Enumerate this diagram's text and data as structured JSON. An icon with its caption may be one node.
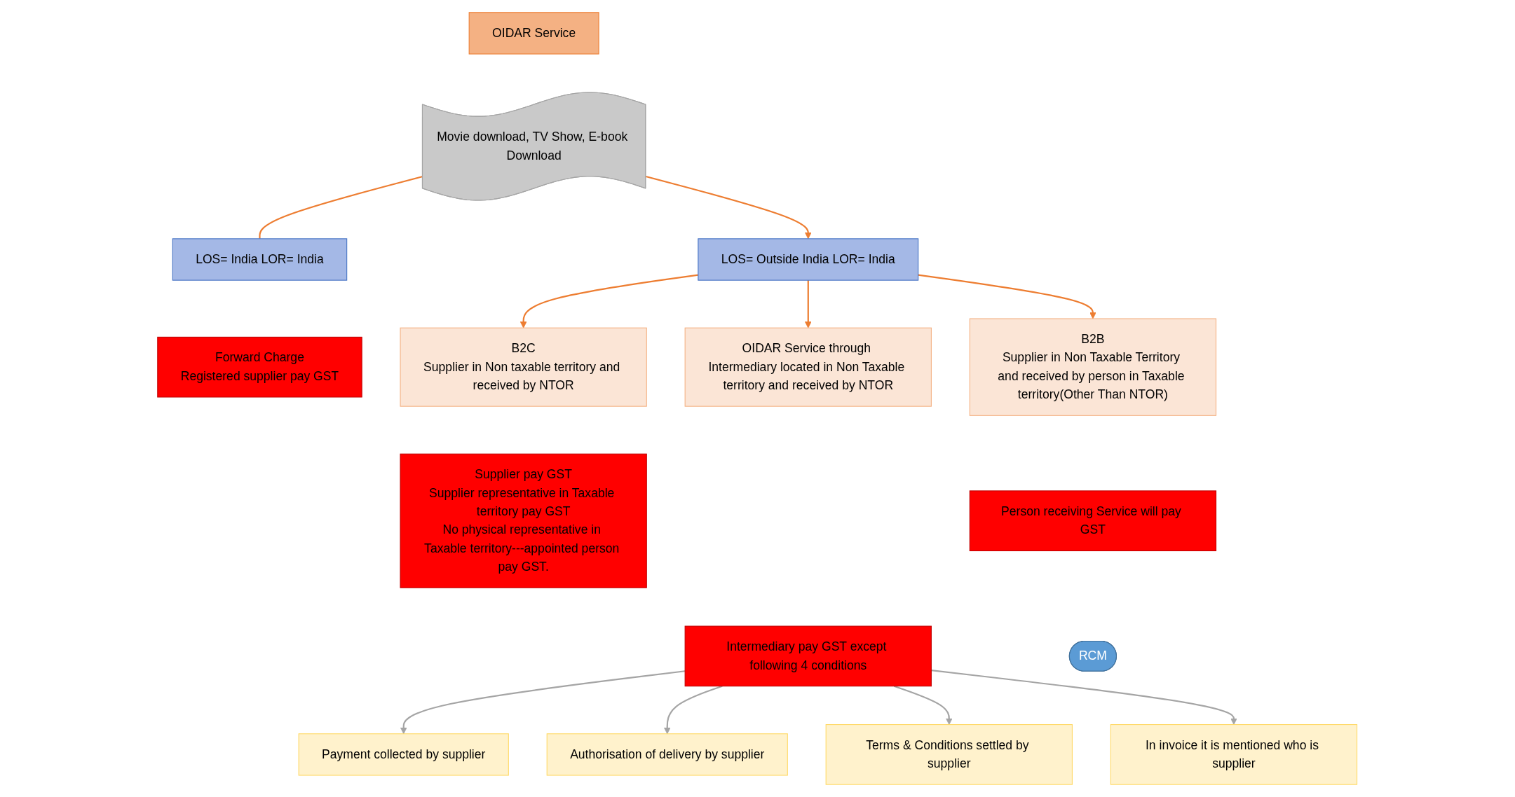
{
  "diagram": {
    "nodes": [
      {
        "text": [
          "OIDAR Service"
        ]
      },
      {
        "text": [
          "Movie download, TV Show, E-book Download"
        ]
      },
      {
        "text": [
          "LOS= India LOR= India"
        ]
      },
      {
        "text": [
          "Forward Charge",
          "Registered supplier pay GST"
        ]
      },
      {
        "text": [
          "LOS= Outside India LOR= India"
        ]
      },
      {
        "text": [
          "OIDAR Service through Intermediary located in Non Taxable territory and received by NTOR"
        ]
      },
      {
        "text": [
          "Intermediary pay GST except following 4 conditions"
        ]
      },
      {
        "text": [
          "B2C",
          "Supplier in Non taxable territory and received by NTOR"
        ]
      },
      {
        "text": [
          "Supplier pay GST",
          "Supplier representative in Taxable territory pay GST",
          "No physical representative in Taxable territory---appointed person pay GST."
        ]
      },
      {
        "text": [
          "B2B",
          "Supplier in Non Taxable Territory and received by person in Taxable territory(Other Than NTOR)"
        ]
      },
      {
        "text": [
          "Person receiving Service will pay GST"
        ]
      },
      {
        "text": [
          "RCM"
        ]
      },
      {
        "text": [
          "Payment collected by supplier"
        ]
      },
      {
        "text": [
          "Authorisation of delivery by supplier"
        ]
      },
      {
        "text": [
          "Terms & Conditions settled by supplier"
        ]
      },
      {
        "text": [
          "In invoice it is mentioned who is supplier"
        ]
      }
    ],
    "edges": [
      {
        "from": 1,
        "to": 2,
        "arrow": "none"
      },
      {
        "from": 1,
        "to": 4,
        "arrow": "to"
      },
      {
        "from": 4,
        "to": 5,
        "arrow": "to"
      },
      {
        "from": 4,
        "to": 7,
        "arrow": "to"
      },
      {
        "from": 4,
        "to": 9,
        "arrow": "to"
      },
      {
        "from": 6,
        "to": 12,
        "arrow": "to",
        "color": "#a5a5a5"
      },
      {
        "from": 6,
        "to": 13,
        "arrow": "to",
        "color": "#a5a5a5"
      },
      {
        "from": 6,
        "to": 14,
        "arrow": "to",
        "color": "#a5a5a5"
      },
      {
        "from": 6,
        "to": 15,
        "arrow": "to",
        "color": "#a5a5a5"
      }
    ]
  }
}
